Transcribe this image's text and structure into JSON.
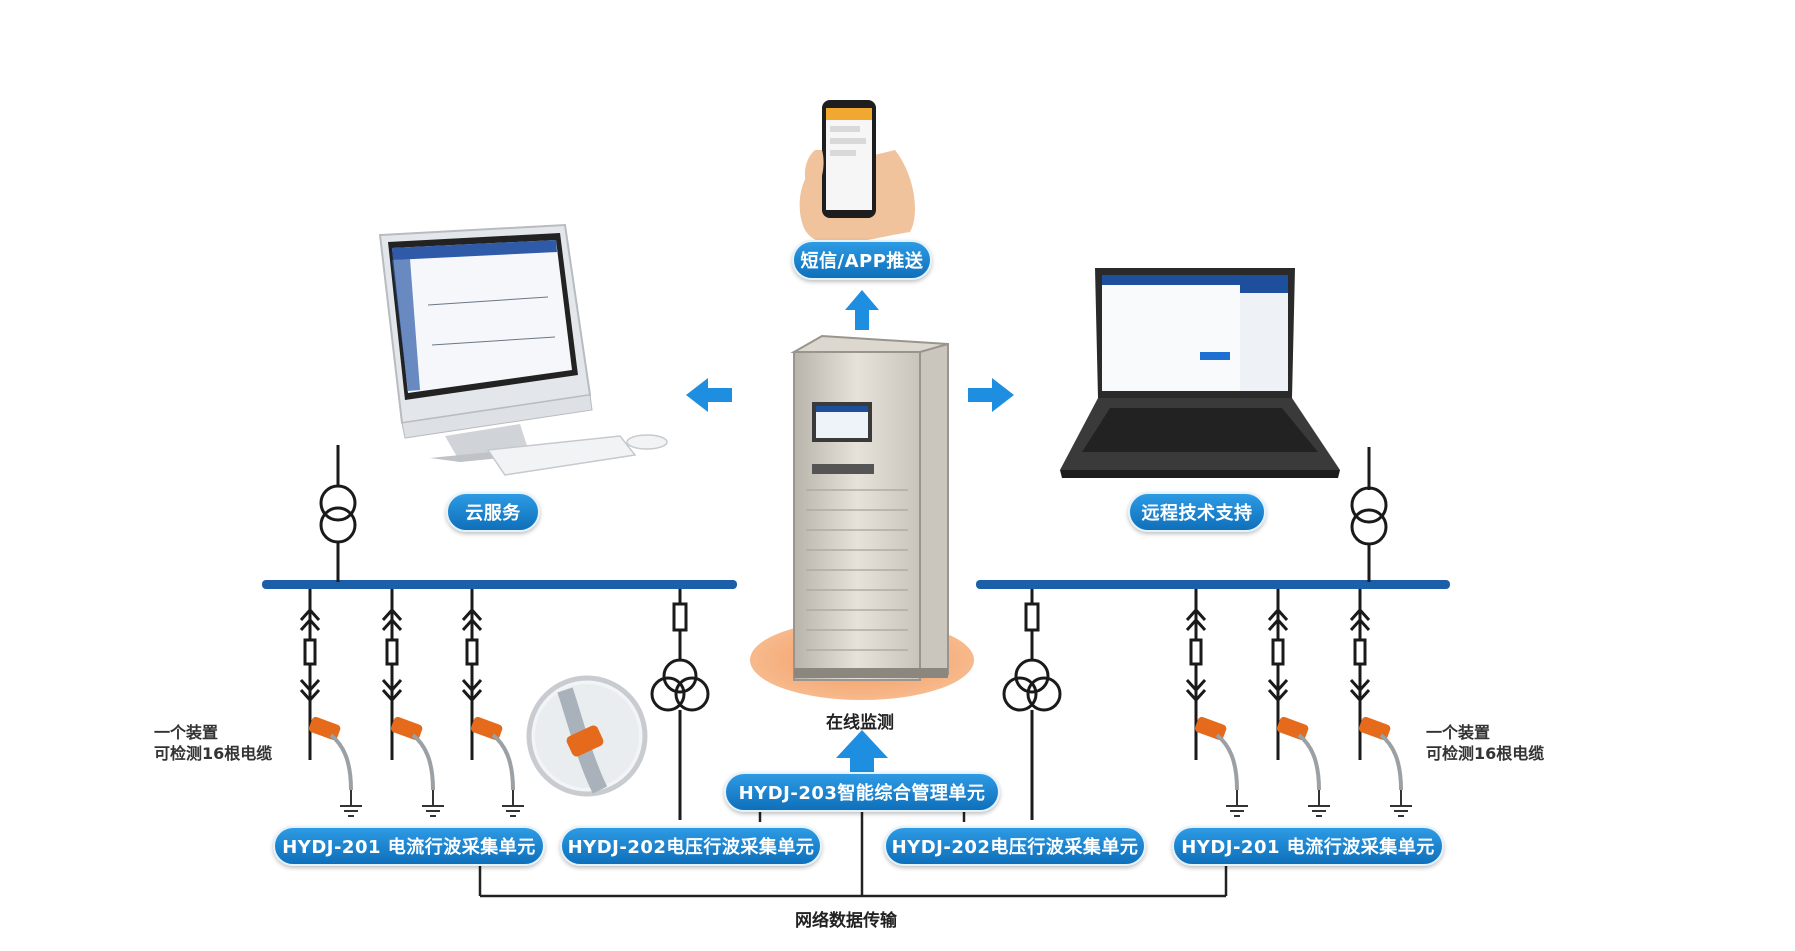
{
  "labels": {
    "sms_app": "短信/APP推送",
    "cloud": "云服务",
    "remote": "远程技术支持",
    "online": "在线监测",
    "manager": "HYDJ-203智能综合管理单元",
    "current_left": "HYDJ-201 电流行波采集单元",
    "voltage_left": "HYDJ-202电压行波采集单元",
    "voltage_right": "HYDJ-202电压行波采集单元",
    "current_right": "HYDJ-201 电流行波采集单元",
    "network": "网络数据传输",
    "note_left_1": "一个装置",
    "note_left_2": "可检测16根电缆",
    "note_right_1": "一个装置",
    "note_right_2": "可检测16根电缆"
  },
  "colors": {
    "pill": "#1a7fcc",
    "bus": "#1a5fa8",
    "arrow": "#1d8ee0",
    "sensor": "#e56a1c",
    "cabinet_base": "#f3a06a"
  }
}
